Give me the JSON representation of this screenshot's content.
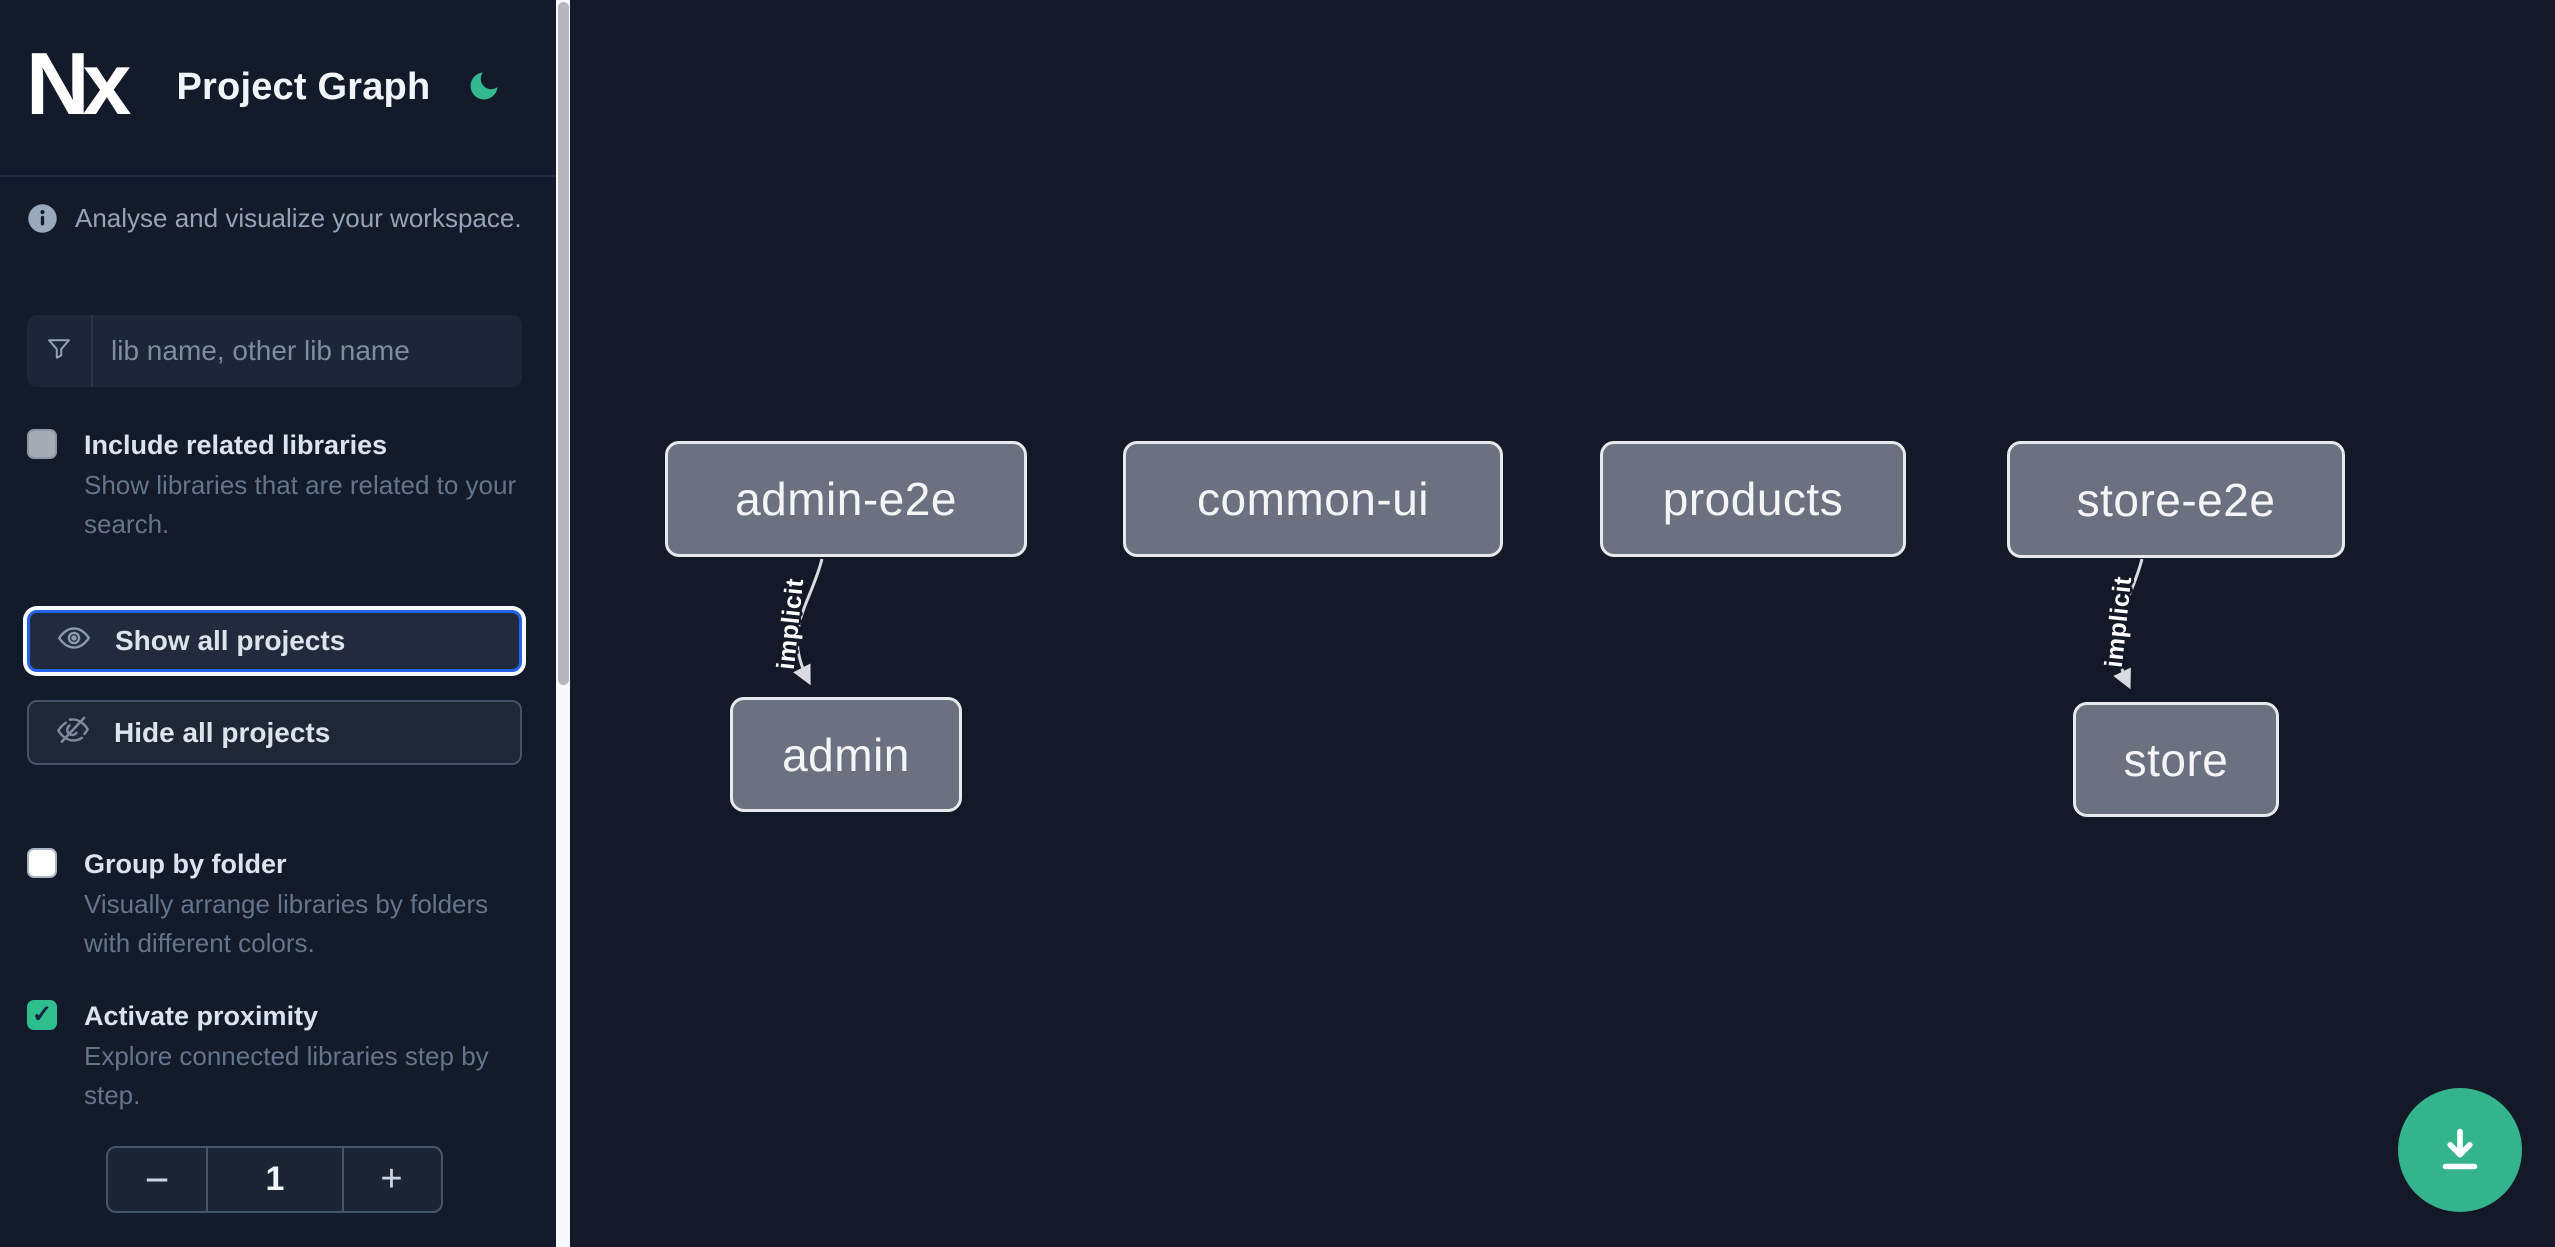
{
  "header": {
    "logo_text": "Nx",
    "title": "Project Graph",
    "theme_icon": "moon-icon"
  },
  "info": {
    "text": "Analyse and visualize your workspace."
  },
  "filter": {
    "placeholder": "lib name, other lib name"
  },
  "options": [
    {
      "label": "Include related libraries",
      "description": "Show libraries that are related to your search.",
      "checked": false
    },
    {
      "label": "Group by folder",
      "description": "Visually arrange libraries by folders with different colors.",
      "checked": false
    },
    {
      "label": "Activate proximity",
      "description": "Explore connected libraries step by step.",
      "checked": true
    }
  ],
  "actions": {
    "show_all": "Show all projects",
    "hide_all": "Hide all projects"
  },
  "stepper": {
    "decrement": "−",
    "value": "1",
    "increment": "+"
  },
  "graph": {
    "nodes": [
      {
        "id": "admin-e2e",
        "label": "admin-e2e"
      },
      {
        "id": "common-ui",
        "label": "common-ui"
      },
      {
        "id": "products",
        "label": "products"
      },
      {
        "id": "store-e2e",
        "label": "store-e2e"
      },
      {
        "id": "admin",
        "label": "admin"
      },
      {
        "id": "store",
        "label": "store"
      }
    ],
    "edges": [
      {
        "from": "admin-e2e",
        "to": "admin",
        "label": "implicit"
      },
      {
        "from": "store-e2e",
        "to": "store",
        "label": "implicit"
      }
    ]
  },
  "colors": {
    "sidebar_bg": "#131a29",
    "canvas_bg": "#141927",
    "accent_green": "#34b48c",
    "focus_blue": "#2563eb",
    "node_fill": "#6b717e",
    "node_border": "#e7e9ed",
    "edge_color": "#d8dbdf",
    "muted_text": "#64748b",
    "info_text": "#94a3b8",
    "scrollbar_track": "#f7f8fa",
    "scrollbar_thumb": "#b4b7bd"
  }
}
